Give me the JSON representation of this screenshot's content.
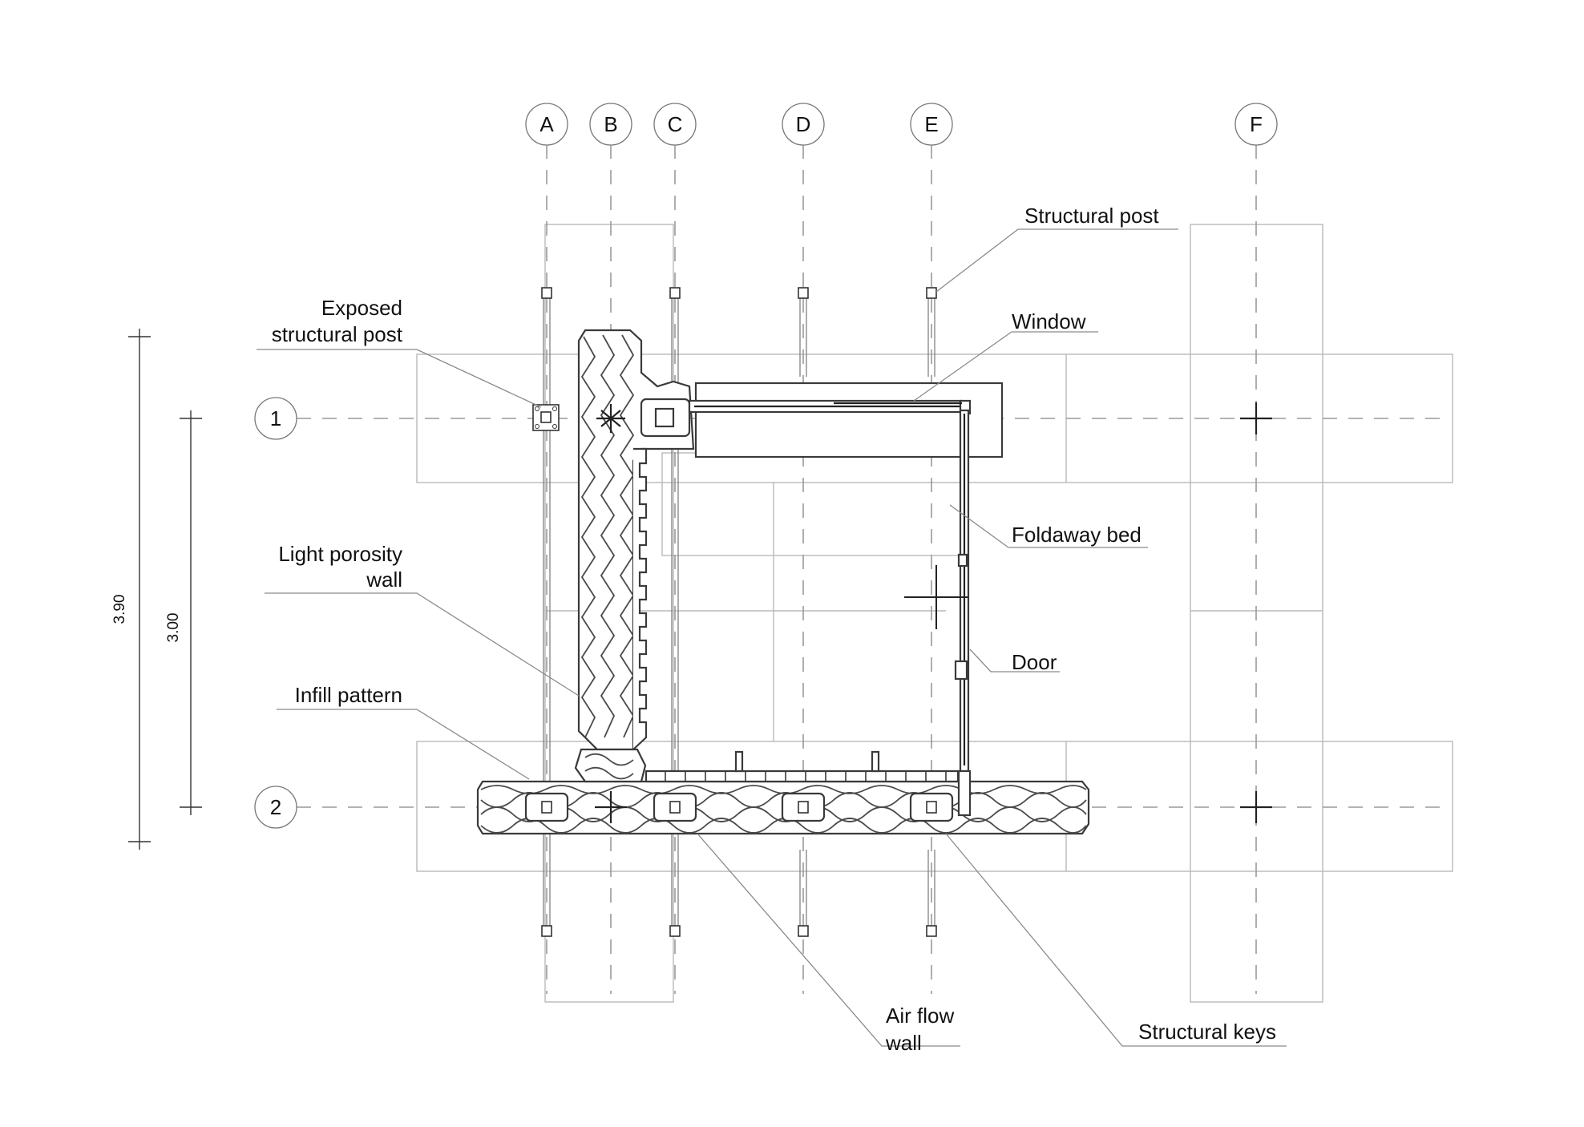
{
  "grid_columns": [
    "A",
    "B",
    "C",
    "D",
    "E",
    "F"
  ],
  "grid_rows": [
    "1",
    "2"
  ],
  "dimensions": {
    "overall": "3.90",
    "grid_spacing": "3.00"
  },
  "callouts": {
    "structural_post": "Structural post",
    "exposed_post_line1": "Exposed",
    "exposed_post_line2": "structural post",
    "window": "Window",
    "light_porosity_line1": "Light porosity",
    "light_porosity_line2": "wall",
    "foldaway_bed": "Foldaway bed",
    "door": "Door",
    "infill_pattern": "Infill pattern",
    "air_flow_line1": "Air flow",
    "air_flow_line2": "wall",
    "structural_keys": "Structural keys"
  }
}
